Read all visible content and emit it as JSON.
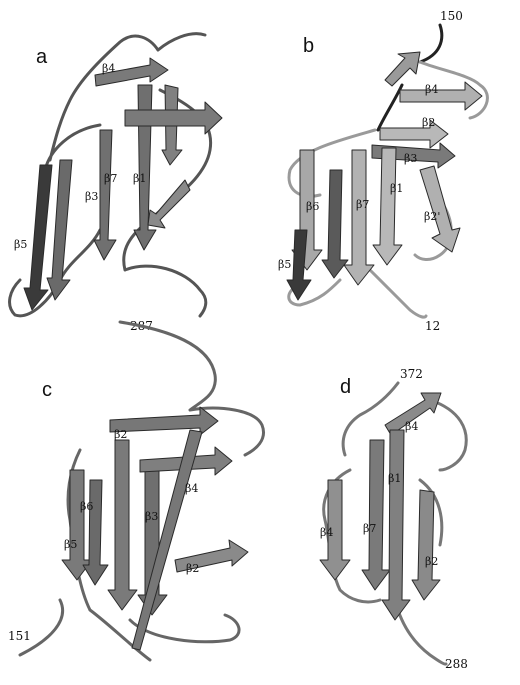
{
  "panels": [
    {
      "label": "a",
      "termini": [],
      "strands": [
        "β4",
        "β5",
        "β7",
        "β1",
        "β3"
      ]
    },
    {
      "label": "b",
      "termini": [
        "150",
        "12"
      ],
      "strands": [
        "β4",
        "β2",
        "β3",
        "β6",
        "β7",
        "β1",
        "β2'",
        "β5"
      ]
    },
    {
      "label": "c",
      "termini": [
        "287",
        "151"
      ],
      "strands": [
        "β2",
        "β4",
        "β6",
        "β5",
        "β3",
        "β2"
      ]
    },
    {
      "label": "d",
      "termini": [
        "372",
        "288"
      ],
      "strands": [
        "β4",
        "β1",
        "β7",
        "β4",
        "β2"
      ]
    }
  ],
  "colors": {
    "dark_strand": "#3a3a3a",
    "mid_strand": "#8a8a8a",
    "light_strand": "#b4b4b4",
    "coil_dark": "#555555",
    "coil_light": "#9a9a9a"
  }
}
